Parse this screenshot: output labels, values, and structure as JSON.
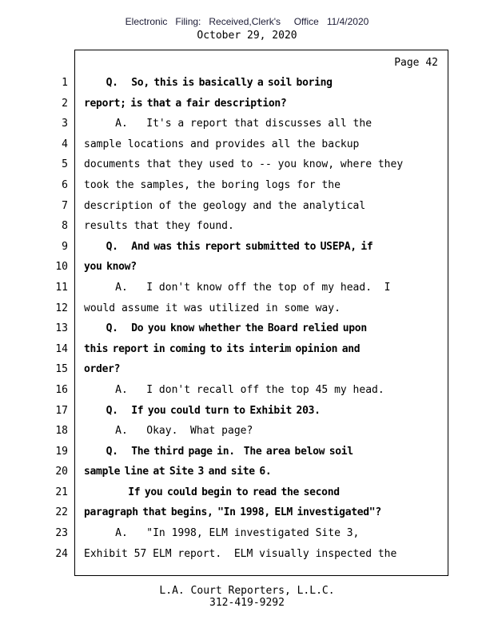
{
  "header": {
    "filing_line": "Electronic   Filing:   Received,Clerk's     Office   11/4/2020",
    "date_line": "October 29, 2020"
  },
  "page": {
    "label": "Page 42"
  },
  "transcript": {
    "lines": [
      {
        "num": "1",
        "bold": true,
        "text": "     Q.   So, this is basically a soil boring"
      },
      {
        "num": "2",
        "bold": true,
        "text": "report; is that a fair description?"
      },
      {
        "num": "3",
        "bold": false,
        "text": "     A.   It's a report that discusses all the"
      },
      {
        "num": "4",
        "bold": false,
        "text": "sample locations and provides all the backup"
      },
      {
        "num": "5",
        "bold": false,
        "text": "documents that they used to -- you know, where they"
      },
      {
        "num": "6",
        "bold": false,
        "text": "took the samples, the boring logs for the"
      },
      {
        "num": "7",
        "bold": false,
        "text": "description of the geology and the analytical"
      },
      {
        "num": "8",
        "bold": false,
        "text": "results that they found."
      },
      {
        "num": "9",
        "bold": true,
        "text": "     Q.   And was this report submitted to USEPA, if"
      },
      {
        "num": "10",
        "bold": true,
        "text": "you know?"
      },
      {
        "num": "11",
        "bold": false,
        "text": "     A.   I don't know off the top of my head.  I"
      },
      {
        "num": "12",
        "bold": false,
        "text": "would assume it was utilized in some way."
      },
      {
        "num": "13",
        "bold": true,
        "text": "     Q.   Do you know whether the Board relied upon"
      },
      {
        "num": "14",
        "bold": true,
        "text": "this report in coming to its interim opinion and"
      },
      {
        "num": "15",
        "bold": true,
        "text": "order?"
      },
      {
        "num": "16",
        "bold": false,
        "text": "     A.   I don't recall off the top 45 my head."
      },
      {
        "num": "17",
        "bold": true,
        "text": "     Q.   If you could turn to Exhibit 203."
      },
      {
        "num": "18",
        "bold": false,
        "text": "     A.   Okay.  What page?"
      },
      {
        "num": "19",
        "bold": true,
        "text": "     Q.   The third page in.  The area below soil"
      },
      {
        "num": "20",
        "bold": true,
        "text": "sample line at Site 3 and site 6."
      },
      {
        "num": "21",
        "bold": true,
        "text": "          If you could begin to read the second"
      },
      {
        "num": "22",
        "bold": true,
        "text": "paragraph that begins, \"In 1998, ELM investigated\"?"
      },
      {
        "num": "23",
        "bold": false,
        "text": "     A.   \"In 1998, ELM investigated Site 3,"
      },
      {
        "num": "24",
        "bold": false,
        "text": "Exhibit 57 ELM report.  ELM visually inspected the"
      }
    ]
  },
  "footer": {
    "company": "L.A. Court Reporters, L.L.C.",
    "phone": "312-419-9292"
  },
  "colors": {
    "text": "#000000",
    "header_text": "#1b1b35",
    "border": "#000000",
    "background": "#ffffff"
  }
}
